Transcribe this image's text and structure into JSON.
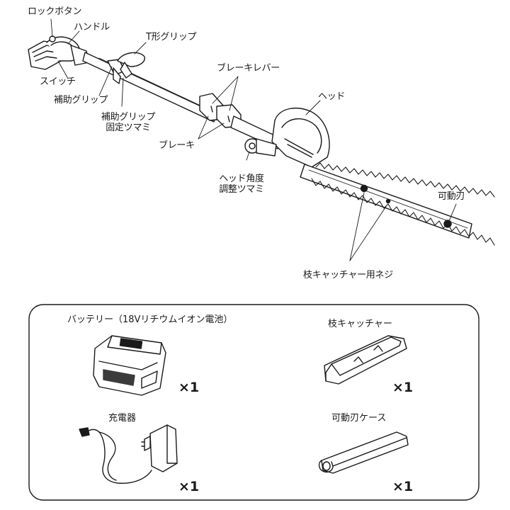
{
  "parts": {
    "lock_button": "ロックボタン",
    "handle": "ハンドル",
    "t_grip": "T形グリップ",
    "switch": "スイッチ",
    "aux_grip": "補助グリップ",
    "aux_grip_knob_line1": "補助グリップ",
    "aux_grip_knob_line2": "固定ツマミ",
    "brake_lever": "ブレーキレバー",
    "head": "ヘッド",
    "brake": "ブレーキ",
    "head_angle_line1": "ヘッド角度",
    "head_angle_line2": "調整ツマミ",
    "blade": "可動刃",
    "catcher_screw": "枝キャッチャー用ネジ"
  },
  "accessories": [
    {
      "name": "バッテリー（18Vリチウムイオン電池）",
      "qty": "×1"
    },
    {
      "name": "枝キャッチャー",
      "qty": "×1"
    },
    {
      "name": "充電器",
      "qty": "×1"
    },
    {
      "name": "可動刃ケース",
      "qty": "×1"
    }
  ]
}
